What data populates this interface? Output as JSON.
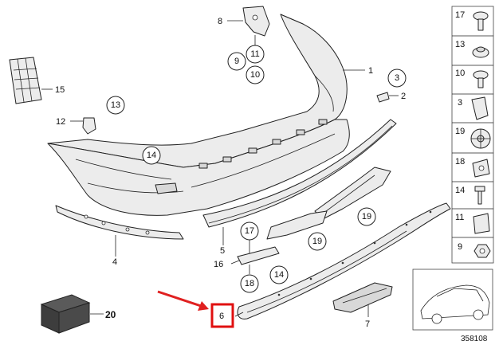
{
  "diagram_id": "358108",
  "callout_circles": [
    "11",
    "10",
    "9",
    "3",
    "13",
    "14",
    "17",
    "18",
    "14",
    "19",
    "19"
  ],
  "part_labels": [
    "8",
    "1",
    "2",
    "15",
    "12",
    "4",
    "5",
    "16",
    "6",
    "7",
    "20"
  ],
  "highlight_color": "#e01010",
  "arrow_color": "#e02020",
  "legend": [
    {
      "num": "17",
      "icon": "push-rivet-icon"
    },
    {
      "num": "13",
      "icon": "nut-clip-icon"
    },
    {
      "num": "10",
      "icon": "screw-rivet-icon"
    },
    {
      "num": "3",
      "icon": "bracket-clip-icon"
    },
    {
      "num": "19",
      "icon": "round-clip-icon"
    },
    {
      "num": "18",
      "icon": "square-nut-icon"
    },
    {
      "num": "14",
      "icon": "bolt-icon"
    },
    {
      "num": "11",
      "icon": "spring-nut-icon"
    },
    {
      "num": "9",
      "icon": "hex-nut-icon"
    }
  ]
}
